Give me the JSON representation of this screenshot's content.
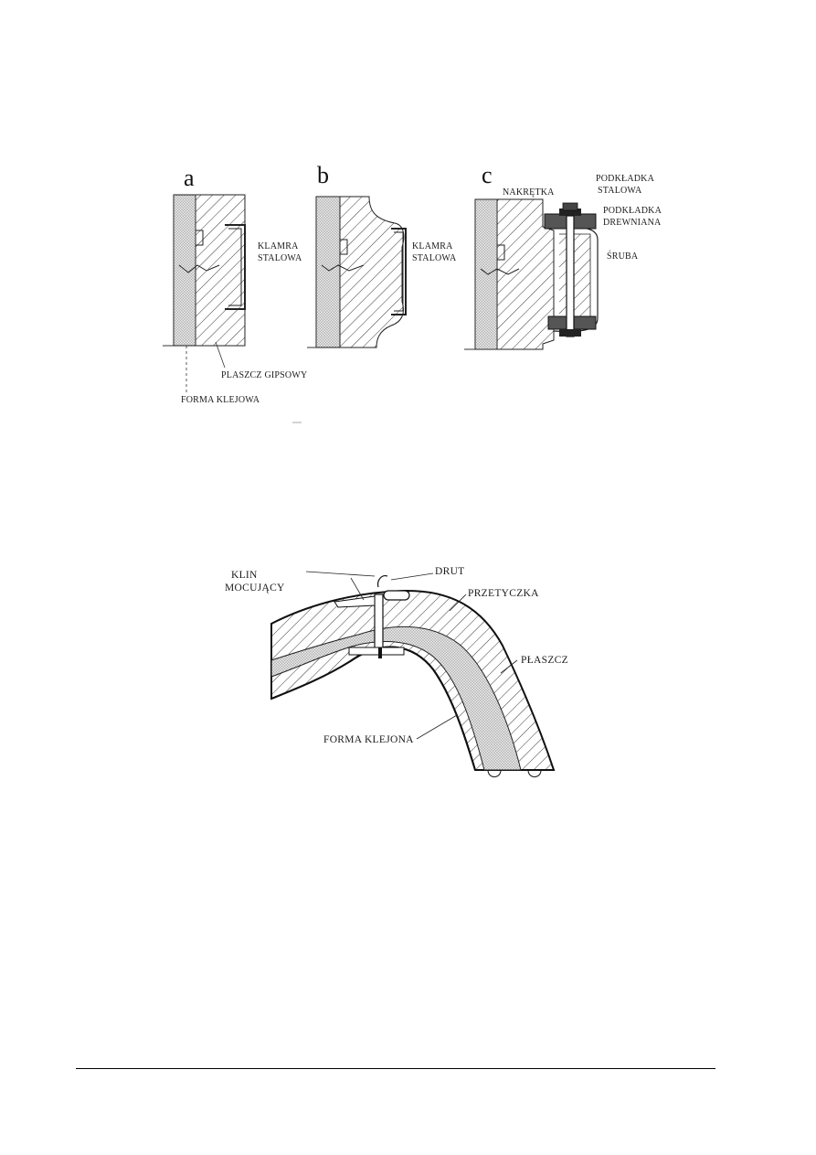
{
  "figure1": {
    "panel_a": "a",
    "panel_b": "b",
    "panel_c": "c",
    "klamra_a_1": "KLAMRA",
    "klamra_a_2": "STALOWA",
    "klamra_b_1": "KLAMRA",
    "klamra_b_2": "STALOWA",
    "plaszcz": "PLASZCZ GIPSOWY",
    "forma": "FORMA KLEJOWA",
    "nakretka": "NAKRĘTKA",
    "podkladka_st_1": "PODKŁADKA",
    "podkladka_st_2": "STALOWA",
    "podkladka_dr_1": "PODKŁADKA",
    "podkladka_dr_2": "DREWNIANA",
    "sruba": "ŚRUBA"
  },
  "figure2": {
    "klin_1": "KLIN",
    "klin_2": "MOCUJĄCY",
    "drut": "DRUT",
    "przetyczka": "PRZETYCZKA",
    "plaszcz": "PŁASZCZ",
    "forma": "FORMA KLEJONA"
  },
  "colors": {
    "ink": "#111111",
    "rule": "#000000"
  }
}
